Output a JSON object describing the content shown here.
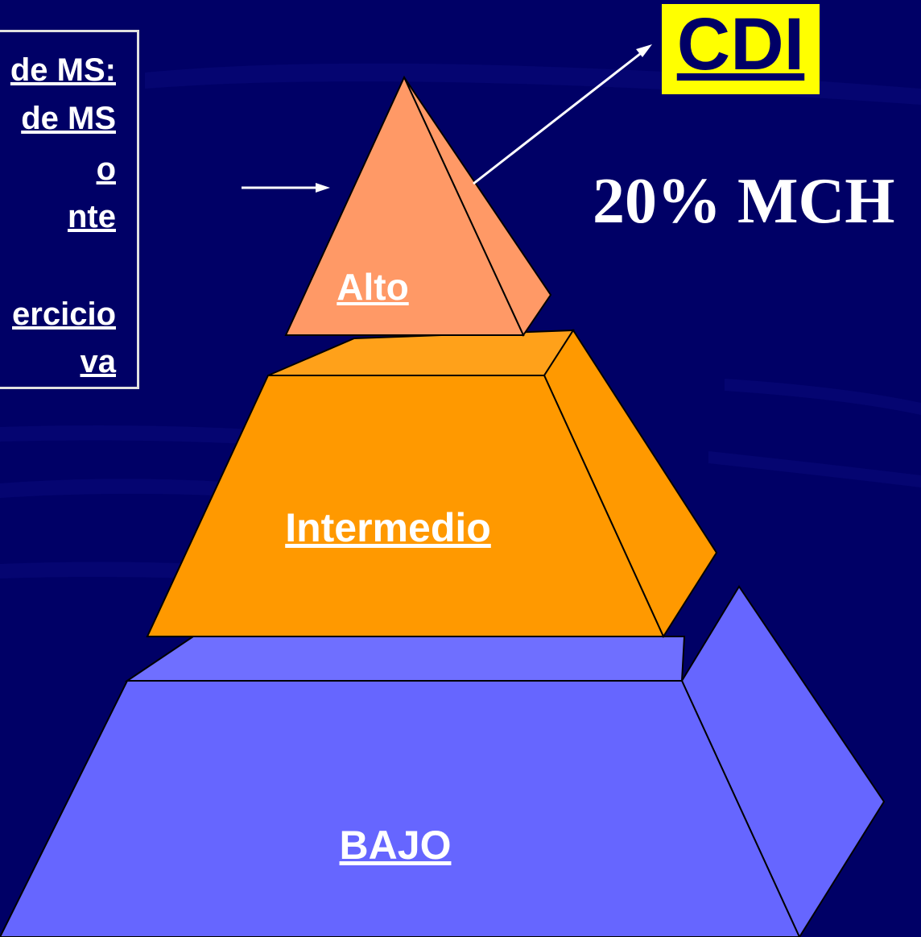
{
  "risk_box": {
    "lines": [
      "de MS:",
      "de MS",
      "o",
      "nte",
      "ercicio",
      "va"
    ]
  },
  "pyramid": {
    "top_label": "Alto",
    "middle_label": "Intermedio",
    "bottom_label": "BAJO"
  },
  "callout": {
    "cdi": "CDI",
    "mch": "20% MCH"
  },
  "colors": {
    "background": "#000066",
    "top_tier": "#ff9966",
    "middle_tier": "#ff9900",
    "bottom_tier": "#6666ff",
    "highlight": "#ffff00"
  }
}
